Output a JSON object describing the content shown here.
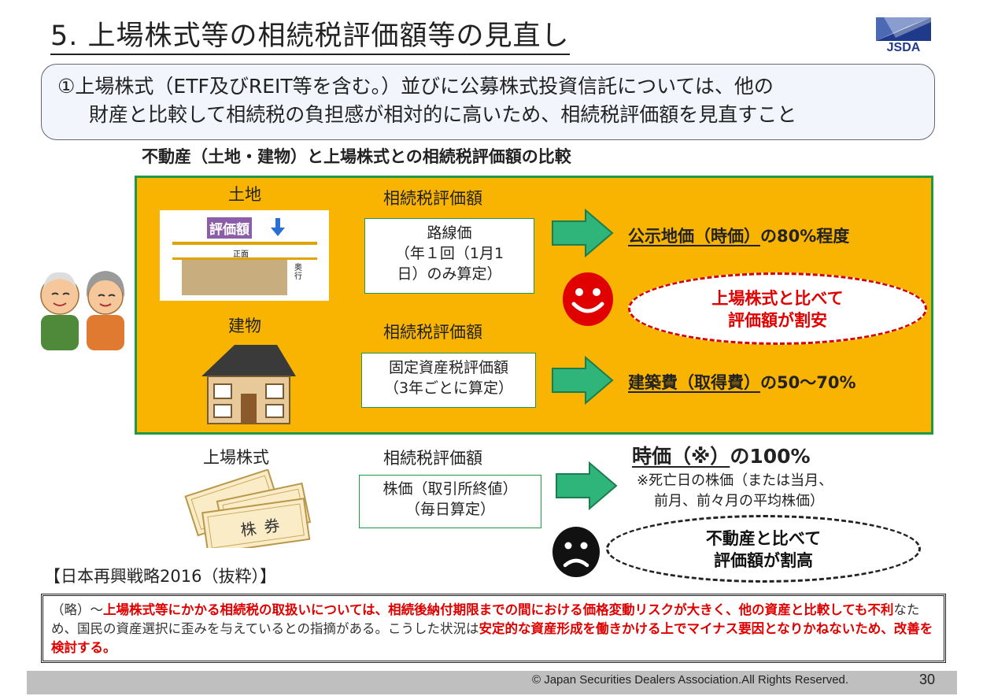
{
  "header": {
    "title": "5. 上場株式等の相続税評価額等の見直し",
    "logo_text": "JSDA"
  },
  "intro": {
    "line1": "①上場株式（ETF及びREIT等を含む。）並びに公募株式投資信託については、他の",
    "line2": "財産と比較して相続税の負担感が相対的に高いため、相続税評価額を見直すこと"
  },
  "comparison": {
    "title": "不動産（土地・建物）と上場株式との相続税評価額の比較",
    "land": {
      "label": "土地",
      "img_badge": "評価額",
      "img_front": "正面",
      "img_depth": "奥行",
      "col_label": "相続税評価額",
      "box_line1": "路線価",
      "box_line2": "（年１回（1月1",
      "box_line3": "日）のみ算定）",
      "result_underlined": "公示地価（時価）",
      "result_rest": "の80%程度"
    },
    "building": {
      "label": "建物",
      "col_label": "相続税評価額",
      "box_line1": "固定資産税評価額",
      "box_line2": "（3年ごとに算定）",
      "result_underlined": "建築費（取得費）",
      "result_rest": "の50～70%"
    },
    "cheap_note": {
      "line1": "上場株式と比べて",
      "line2": "評価額が割安"
    },
    "stock": {
      "label": "上場株式",
      "col_label": "相続税評価額",
      "box_line1": "株価（取引所終値）",
      "box_line2": "（毎日算定）",
      "result_underlined": "時価（※）",
      "result_rest": "の100%",
      "footnote_line1": "※死亡日の株価（または当月、",
      "footnote_line2": "前月、前々月の平均株価）",
      "cert_text1": "株",
      "cert_text2": "券"
    },
    "expensive_note": {
      "line1": "不動産と比べて",
      "line2": "評価額が割高"
    }
  },
  "quote": {
    "title": "【日本再興戦略2016（抜粋）】",
    "p1": "（略）～",
    "r1": "上場株式等にかかる相続税の取扱いについては、相続後納付期限までの間における価格変動リスクが大きく、他の資",
    "r2": "産と比較しても不利",
    "p2": "なため、国民の資産選択に歪みを与えているとの指摘がある。こうした状況は",
    "r3": "安定的な資産形成を働きか",
    "r4": "ける上でマイナス要因となりかねないため、改善を検討する",
    "p3": "。"
  },
  "footer": {
    "copyright": "©  Japan Securities Dealers Association.All Rights Reserved.",
    "page_number": "30"
  },
  "colors": {
    "orange_panel": "#f8b400",
    "green_border": "#1e9a46",
    "arrow_green": "#2fb57a",
    "red_text": "#e00000",
    "logo_blue": "#1f3a8a"
  }
}
